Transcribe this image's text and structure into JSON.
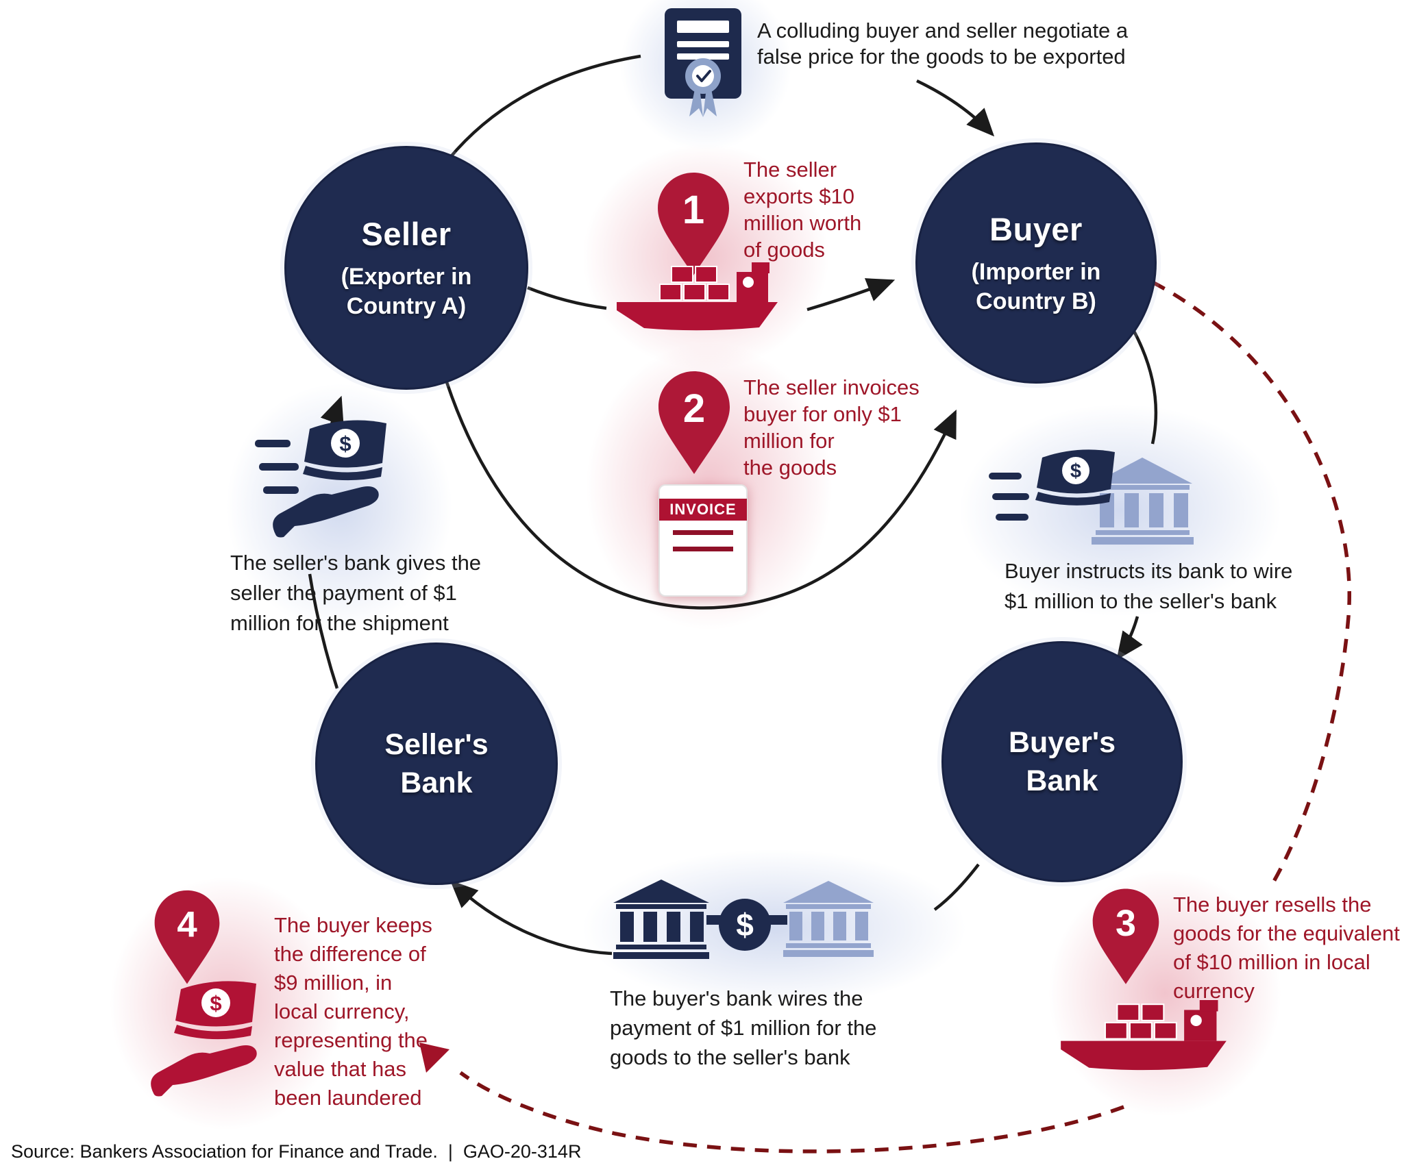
{
  "top_note": {
    "lines": [
      "A colluding buyer and seller negotiate a",
      "false price for the goods to be exported"
    ]
  },
  "nodes": {
    "seller": {
      "title": "Seller",
      "subtitle_lines": [
        "(Exporter in",
        "Country A)"
      ]
    },
    "buyer": {
      "title": "Buyer",
      "subtitle_lines": [
        "(Importer in",
        "Country B)"
      ]
    },
    "sellers_bank": {
      "title_lines": [
        "Seller's",
        "Bank"
      ]
    },
    "buyers_bank": {
      "title_lines": [
        "Buyer's",
        "Bank"
      ]
    }
  },
  "steps": {
    "step1": {
      "num": "1",
      "lines": [
        "The seller",
        "exports $10",
        "million worth",
        "of goods"
      ]
    },
    "step2": {
      "num": "2",
      "lines": [
        "The seller invoices",
        "buyer for only $1",
        "million for",
        "the goods"
      ]
    },
    "step3": {
      "num": "3",
      "lines": [
        "The buyer resells the",
        "goods for the equivalent",
        "of $10 million in local",
        "currency"
      ]
    },
    "step4": {
      "num": "4",
      "lines": [
        "The buyer keeps",
        "the difference of",
        "$9 million, in",
        "local currency,",
        "representing the",
        "value that has",
        "been laundered"
      ]
    }
  },
  "captions": {
    "sellers_bank_payment": {
      "lines": [
        "The seller's bank gives the",
        "seller the payment of $1",
        "million for the shipment"
      ]
    },
    "buyer_instructs": {
      "lines": [
        "Buyer instructs its bank to wire",
        "$1 million to the seller's bank"
      ]
    },
    "bank_wire": {
      "lines": [
        "The buyer's bank wires the",
        "payment of $1 million for the",
        "goods to the seller's bank"
      ]
    }
  },
  "icons": {
    "invoice_label": "INVOICE",
    "dollar": "$"
  },
  "source": "Source: Bankers Association for Finance and Trade.  |  GAO-20-314R",
  "colors": {
    "node_navy": "#1f2b50",
    "icon_navy": "#1e2a4d",
    "ship_red": "#b11235",
    "pin_red": "#ae1837",
    "step_text_red": "#9e1628",
    "dashed_maroon": "#7a1113",
    "light_blue_bank": "#93a4cd",
    "arrow_black": "#1b1b1b"
  }
}
